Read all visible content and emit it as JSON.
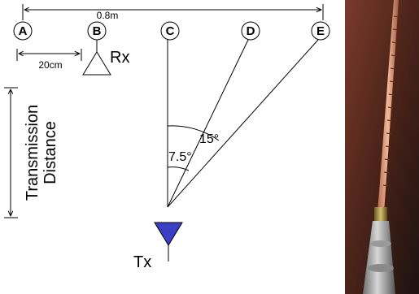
{
  "nodes": [
    "A",
    "B",
    "C",
    "D",
    "E"
  ],
  "labels": {
    "width": "0.8m",
    "spacing": "20cm",
    "rx": "Rx",
    "tx": "Tx",
    "distance_line1": "Transmission",
    "distance_line2": "Distance",
    "angle_small": "7.5°",
    "angle_large": "15°"
  },
  "colors": {
    "tx_antenna": "#3b3fc4",
    "line": "#000000"
  },
  "photo": {
    "description_icon": "antenna-photo"
  }
}
